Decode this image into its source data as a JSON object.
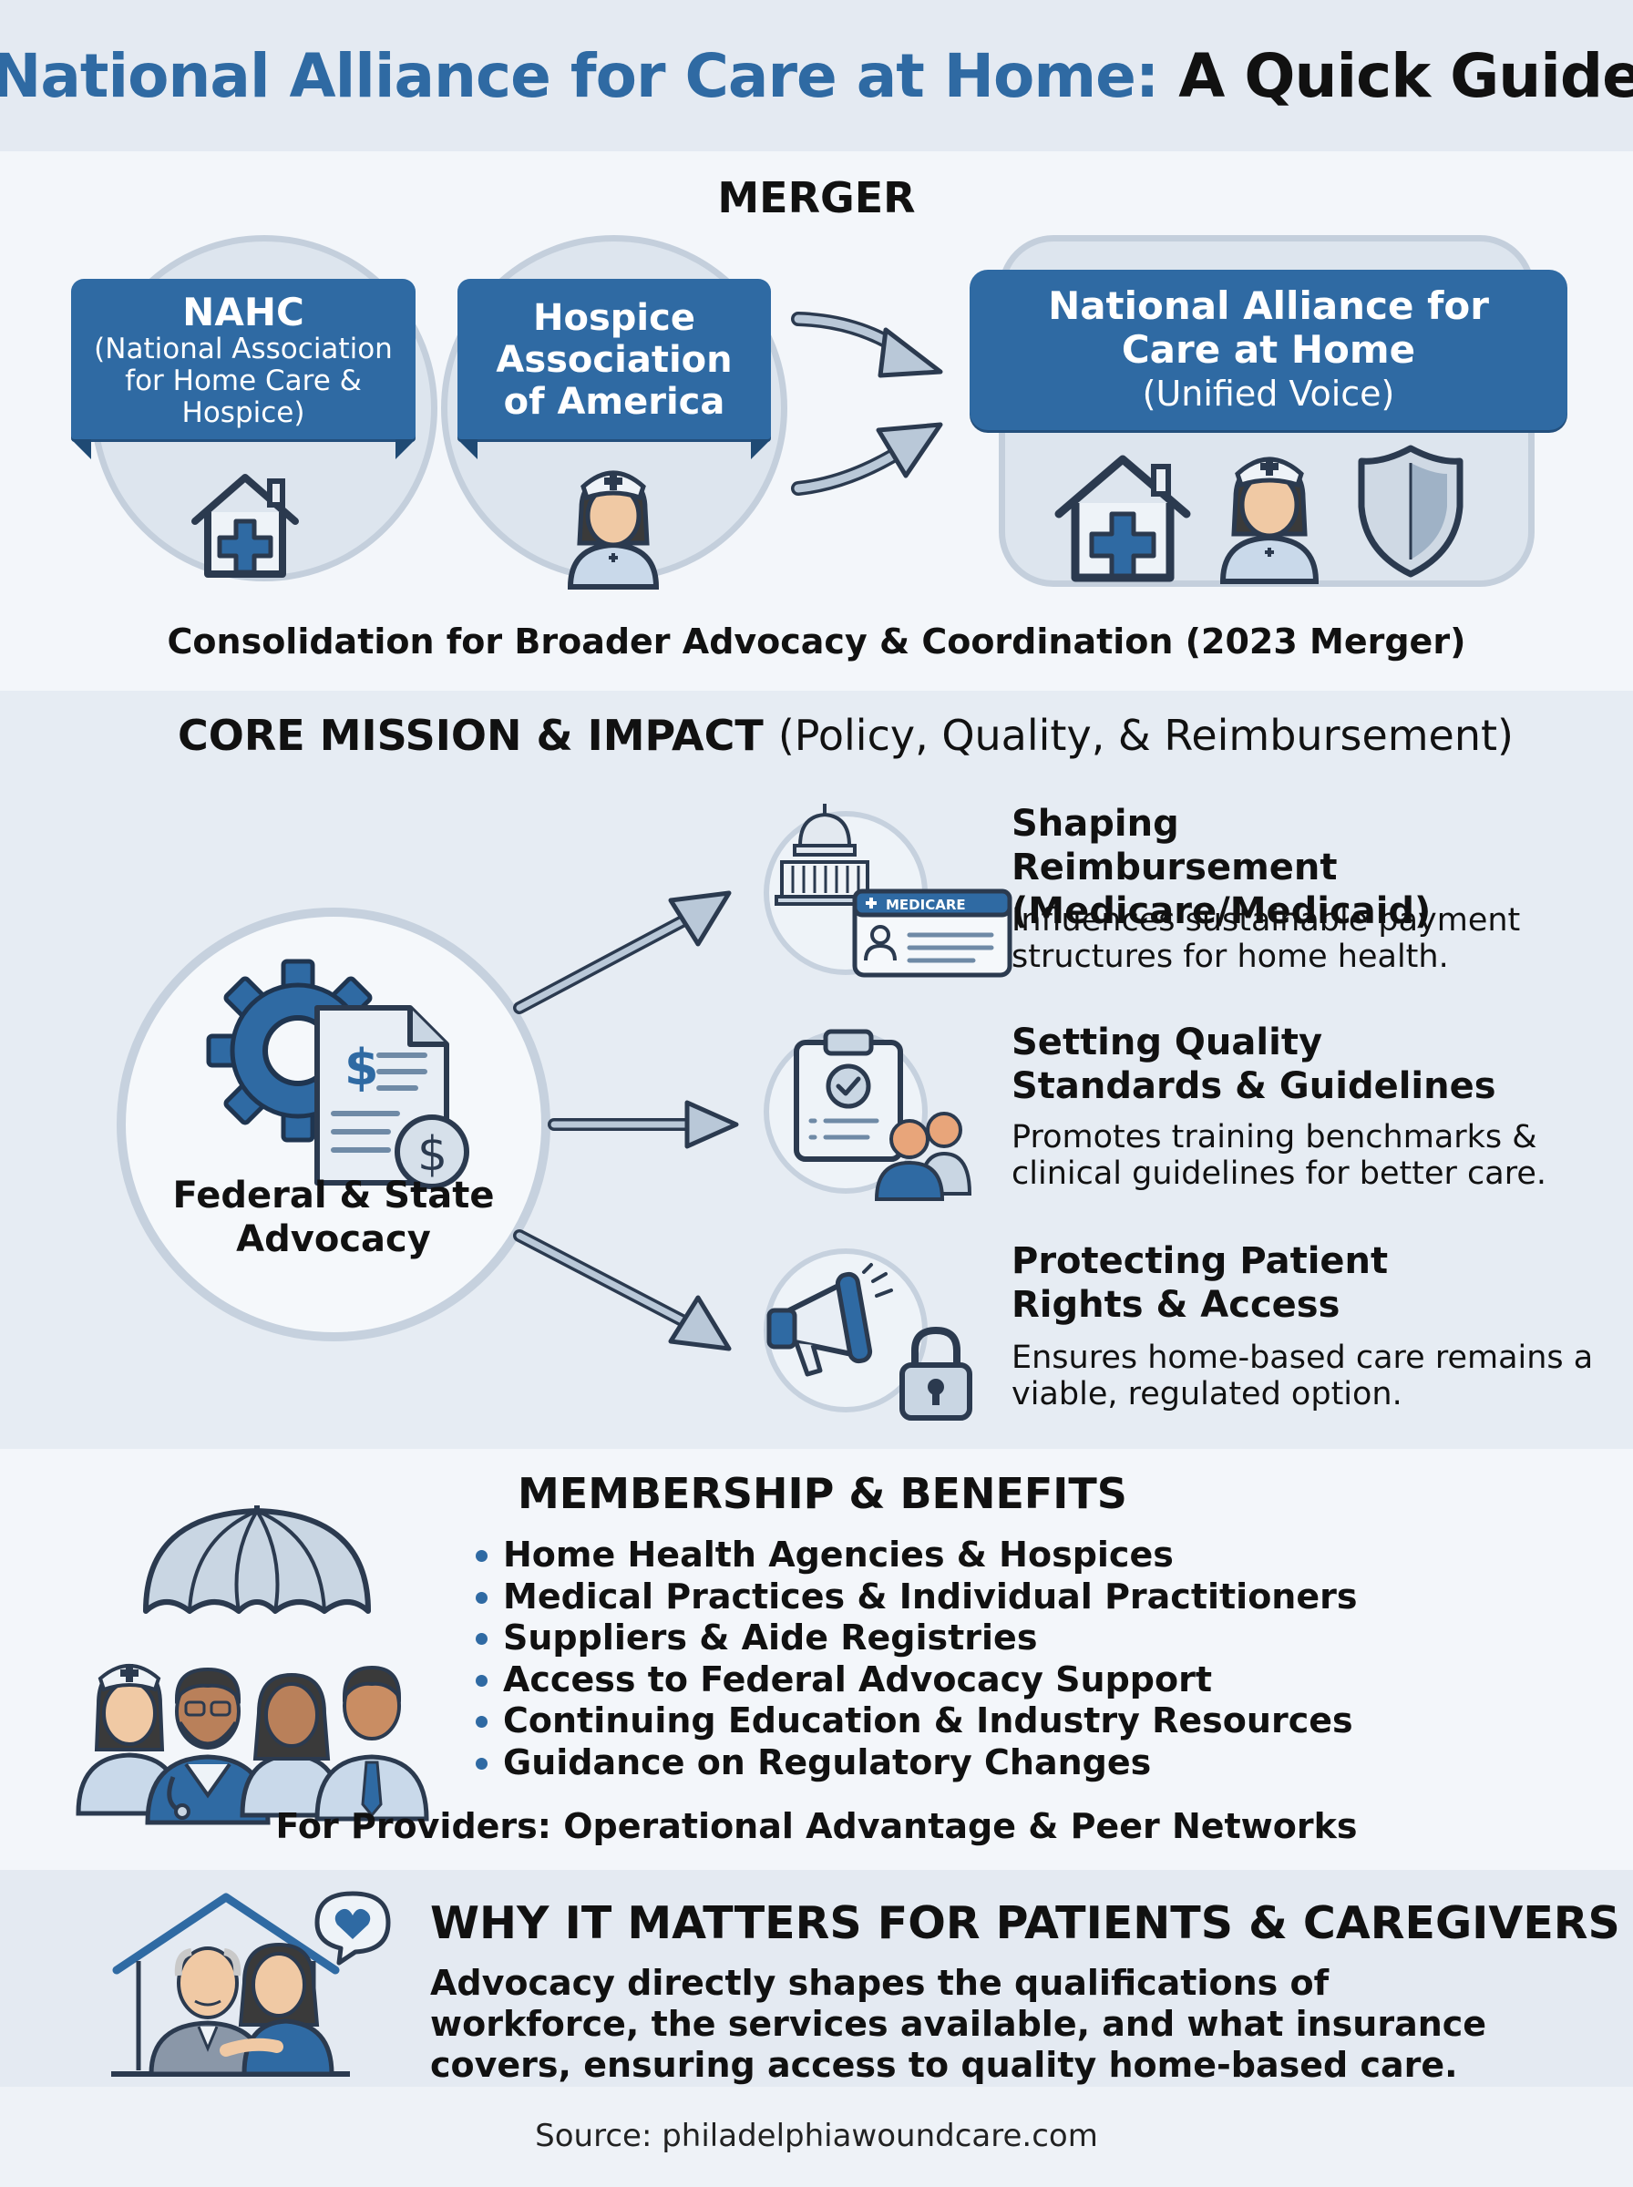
{
  "title": {
    "blue_part": "National Alliance for Care at Home:",
    "black_part": "A Quick Guide"
  },
  "merger": {
    "heading": "MERGER",
    "org1": {
      "name": "NAHC",
      "detail": "(National Association for Home Care & Hospice)"
    },
    "org2": {
      "name": "Hospice Association of America"
    },
    "unified": {
      "name": "National Alliance for Care at Home",
      "detail": "(Unified Voice)"
    },
    "caption": "Consolidation for Broader Advocacy & Coordination (2023 Merger)"
  },
  "core": {
    "heading_bold": "CORE MISSION & IMPACT",
    "heading_light": "(Policy, Quality, & Reimbursement)",
    "center_label": "Federal & State Advocacy",
    "medicare_card_label": "MEDICARE",
    "impacts": [
      {
        "title": "Shaping Reimbursement (Medicare/Medicaid)",
        "desc": "Influences sustainable payment structures for home health."
      },
      {
        "title": "Setting Quality Standards & Guidelines",
        "desc": "Promotes training benchmarks & clinical guidelines for better care."
      },
      {
        "title": "Protecting Patient Rights & Access",
        "desc": "Ensures home-based care remains a viable, regulated option."
      }
    ]
  },
  "membership": {
    "heading": "MEMBERSHIP & BENEFITS",
    "items": [
      "Home Health Agencies & Hospices",
      "Medical Practices & Individual Practitioners",
      "Suppliers & Aide Registries",
      "Access to Federal Advocacy Support",
      "Continuing Education & Industry Resources",
      "Guidance on Regulatory Changes"
    ],
    "footer": "For Providers: Operational Advantage & Peer Networks"
  },
  "why": {
    "heading": "WHY IT MATTERS FOR PATIENTS & CAREGIVERS",
    "body": "Advocacy directly shapes the qualifications of workforce, the services available, and what insurance covers, ensuring access to quality home-based care."
  },
  "source": "Source: philadelphiawoundcare.com",
  "colors": {
    "accent_blue": "#2f6aa3",
    "dark_navy": "#2b3a4f",
    "light_band": "#e4eaf2",
    "circle_fill": "#dde5ee",
    "circle_border": "#c4cfdc"
  },
  "icons": [
    "house-plus-icon",
    "nurse-icon",
    "shield-icon",
    "gear-icon",
    "document-dollar-icon",
    "capitol-icon",
    "medicare-card-icon",
    "clipboard-check-icon",
    "people-icon",
    "megaphone-icon",
    "padlock-icon",
    "umbrella-icon",
    "team-icon",
    "caregiver-home-icon",
    "heart-bubble-icon"
  ]
}
